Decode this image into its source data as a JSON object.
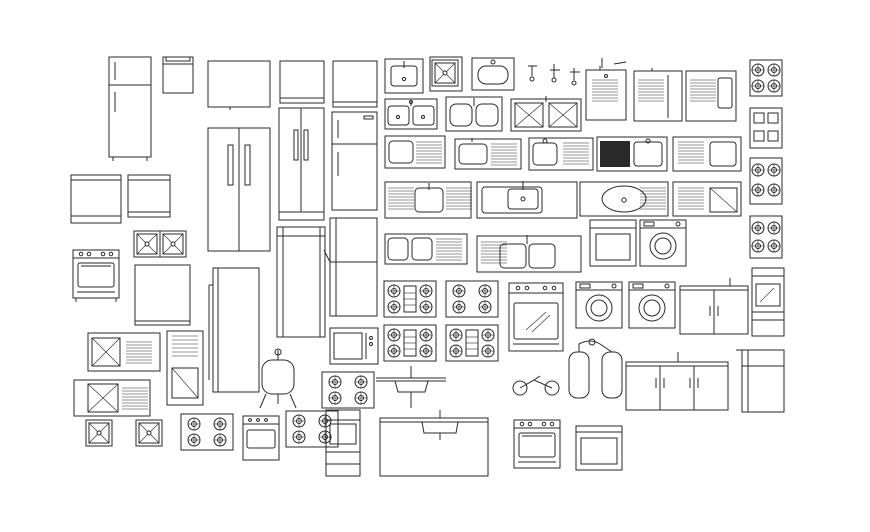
{
  "sheet": {
    "background": "#ffffff",
    "line_color": "#2a2a2a",
    "groups": [
      "refrigerators",
      "sinks",
      "cooktops",
      "ovens-and-ranges",
      "washing-machines",
      "gas-cylinders",
      "kitchen-cabinets"
    ]
  }
}
